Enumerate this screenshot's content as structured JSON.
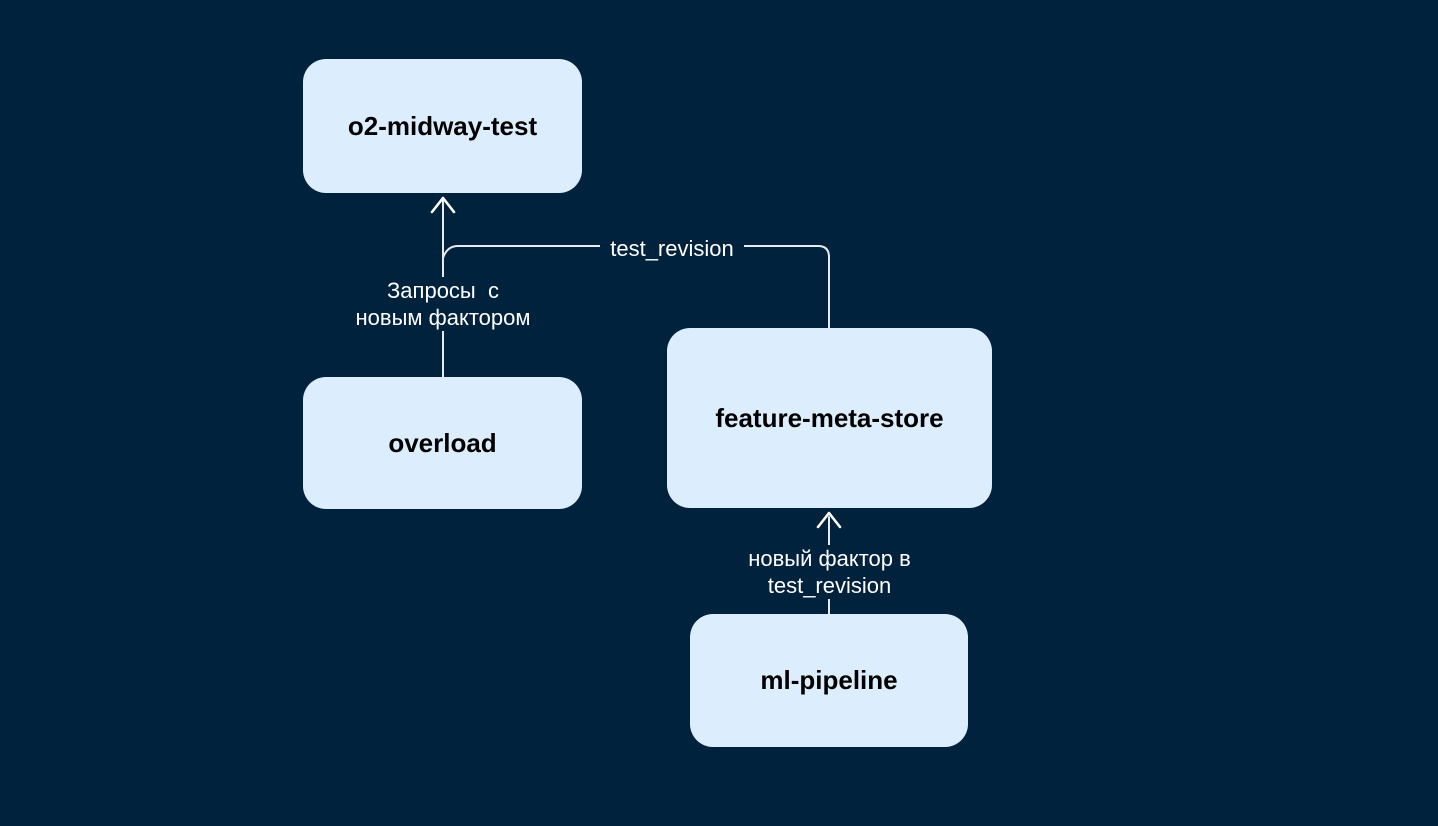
{
  "diagram": {
    "nodes": [
      {
        "id": "o2-midway-test",
        "label": "o2-midway-test"
      },
      {
        "id": "overload",
        "label": "overload"
      },
      {
        "id": "feature-meta-store",
        "label": "feature-meta-store"
      },
      {
        "id": "ml-pipeline",
        "label": "ml-pipeline"
      }
    ],
    "edges": [
      {
        "from": "overload",
        "to": "o2-midway-test",
        "label_lines": [
          "Запросы  с",
          "новым фактором"
        ]
      },
      {
        "from": "feature-meta-store",
        "to": "o2-midway-test",
        "label": "test_revision"
      },
      {
        "from": "ml-pipeline",
        "to": "feature-meta-store",
        "label_lines": [
          "новый фактор в",
          "test_revision"
        ]
      }
    ]
  },
  "colors": {
    "background": "#00223D",
    "node_fill": "#DCEEFD",
    "node_text": "#000000",
    "edge": "#E6EBEF",
    "arrowhead": "#FFFFFF",
    "label_text": "#FFFFFF"
  }
}
